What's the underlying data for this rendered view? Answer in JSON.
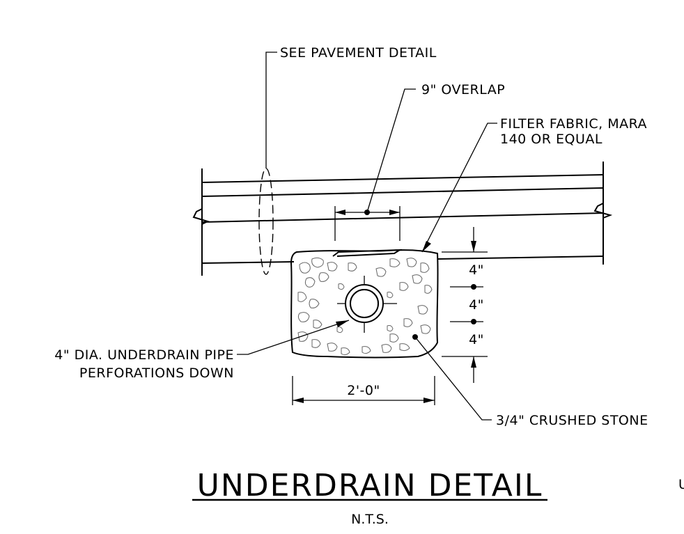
{
  "title": "UNDERDRAIN DETAIL",
  "subtitle": "N.T.S.",
  "callouts": {
    "pavement": "SEE PAVEMENT DETAIL",
    "overlap": "9\" OVERLAP",
    "fabric_line1": "FILTER FABRIC, MARA",
    "fabric_line2": "140 OR EQUAL",
    "pipe_line1": "4\" DIA. UNDERDRAIN PIPE",
    "pipe_line2": "PERFORATIONS DOWN",
    "stone": "3/4\" CRUSHED STONE"
  },
  "dimensions": {
    "width": "2'-0\"",
    "layers": [
      "4\"",
      "4\"",
      "4\""
    ]
  },
  "clipped_text": "U"
}
